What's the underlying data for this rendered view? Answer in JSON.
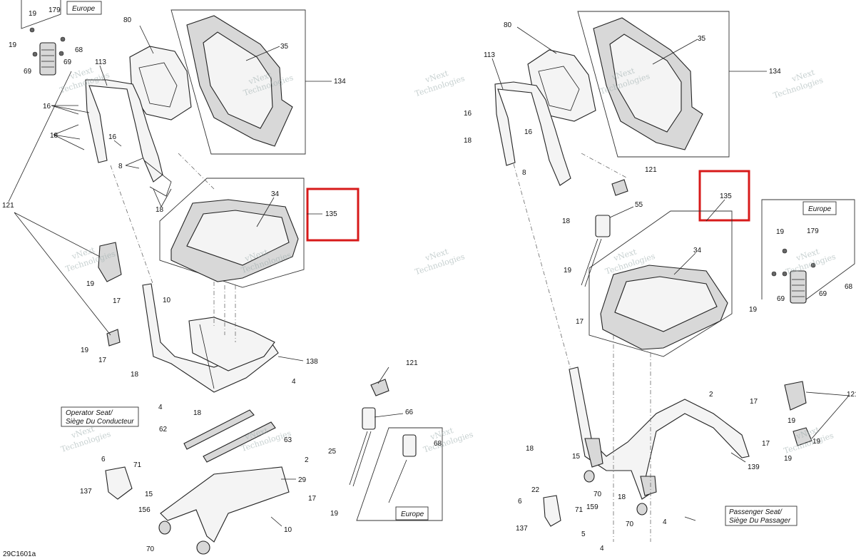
{
  "diagram_code": "29C1601a",
  "titles": {
    "operator": [
      "Operator Seat/",
      "Siège Du Conducteur"
    ],
    "passenger": [
      "Passenger Seat/",
      "Siège Du Passager"
    ]
  },
  "region_tags": {
    "top_left": "Europe",
    "bottom_center": "Europe",
    "right": "Europe"
  },
  "watermark": [
    "vNext",
    "Technologies"
  ],
  "labels": {
    "l_19a": "19",
    "l_179a": "179",
    "l_19b": "19",
    "l_69a": "69",
    "l_69b": "69",
    "l_68a": "68",
    "l_80a": "80",
    "l_35a": "35",
    "l_134a": "134",
    "l_113a": "113",
    "l_16a": "16",
    "l_18a": "18",
    "l_16b": "16",
    "l_8a": "8",
    "l_18b": "18",
    "l_121a": "121",
    "l_34a": "34",
    "l_135a": "135",
    "l_19c": "19",
    "l_17a": "17",
    "l_10a": "10",
    "l_19d": "19",
    "l_17b": "17",
    "l_18c": "18",
    "l_138": "138",
    "l_4a": "4",
    "l_4b": "4",
    "l_18d": "18",
    "l_62": "62",
    "l_63": "63",
    "l_121b": "121",
    "l_66": "66",
    "l_68b": "68",
    "l_2a": "2",
    "l_25": "25",
    "l_29": "29",
    "l_6a": "6",
    "l_71a": "71",
    "l_15a": "15",
    "l_137a": "137",
    "l_156": "156",
    "l_17c": "17",
    "l_19e": "19",
    "l_10b": "10",
    "l_70a": "70",
    "r_80": "80",
    "r_35": "35",
    "r_113": "113",
    "r_134": "134",
    "r_16a": "16",
    "r_18a": "18",
    "r_16b": "16",
    "r_8": "8",
    "r_121a": "121",
    "r_135": "135",
    "r_55": "55",
    "r_18b": "18",
    "r_19a": "19",
    "r_179": "179",
    "r_34": "34",
    "r_19b": "19",
    "r_69a": "69",
    "r_69b": "69",
    "r_68": "68",
    "r_19c": "19",
    "r_17a": "17",
    "r_19d": "19",
    "r_121b": "121",
    "r_17b": "17",
    "r_19e": "19",
    "r_17c": "17",
    "r_19f": "19",
    "r_2": "2",
    "r_18c": "18",
    "r_15": "15",
    "r_139": "139",
    "r_22": "22",
    "r_70a": "70",
    "r_18d": "18",
    "r_159": "159",
    "r_6": "6",
    "r_71": "71",
    "r_137": "137",
    "r_5": "5",
    "r_70b": "70",
    "r_4a": "4",
    "r_4b": "4"
  }
}
